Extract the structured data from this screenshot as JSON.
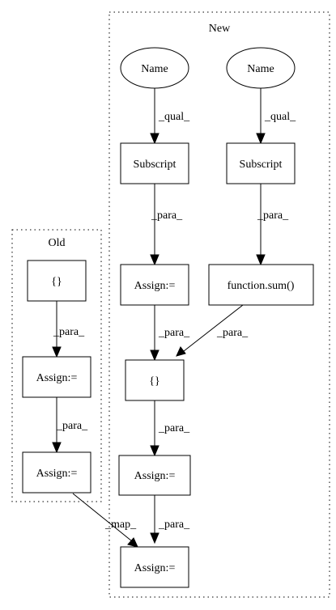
{
  "clusters": {
    "new": {
      "label": "New"
    },
    "old": {
      "label": "Old"
    }
  },
  "nodes": {
    "name_left": "Name",
    "name_right": "Name",
    "subscript_left": "Subscript",
    "subscript_right": "Subscript",
    "assign_new_1": "Assign:=",
    "function_sum": "function.sum()",
    "braces_new": "{}",
    "assign_new_2": "Assign:=",
    "assign_final": "Assign:=",
    "braces_old": "{}",
    "assign_old_1": "Assign:=",
    "assign_old_2": "Assign:="
  },
  "edges": {
    "qual_left": "_qual_",
    "qual_right": "_qual_",
    "para_sub_left": "_para_",
    "para_sub_right": "_para_",
    "para_assign_braces": "_para_",
    "para_func_braces": "_para_",
    "para_braces_assign": "_para_",
    "para_assign_final": "_para_",
    "map_old_final": "_map_",
    "para_old_braces": "_para_",
    "para_old_assign": "_para_"
  }
}
